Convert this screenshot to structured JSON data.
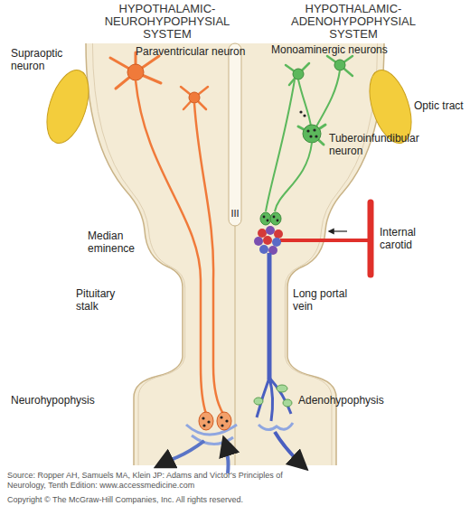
{
  "diagram": {
    "caption": "Source: Ropper AH, Samuels MA, Klein JP: Adams and Victor's Principles of Neurology, Tenth Edition: www.accessmedicine.com",
    "labels": [
      "HYPOTHALAMIC- NEUROHYPOPHYSIAL SYSTEM",
      "HYPOTHALAMIC- ADENOHYPOPHYSIAL SYSTEM",
      "Supraoptic neuron",
      "Paraventricular neuron",
      "Monoaminergic neurons",
      "Optic tract",
      "Tuberoinfundibular neuron",
      "III",
      "Median eminence",
      "Internal carotid",
      "Pituitary stalk",
      "Long portal vein",
      "Neurohypophysis",
      "Adenohypophysis",
      "Copyright © The McGraw-Hill Companies, Inc. All rights reserved."
    ]
  }
}
